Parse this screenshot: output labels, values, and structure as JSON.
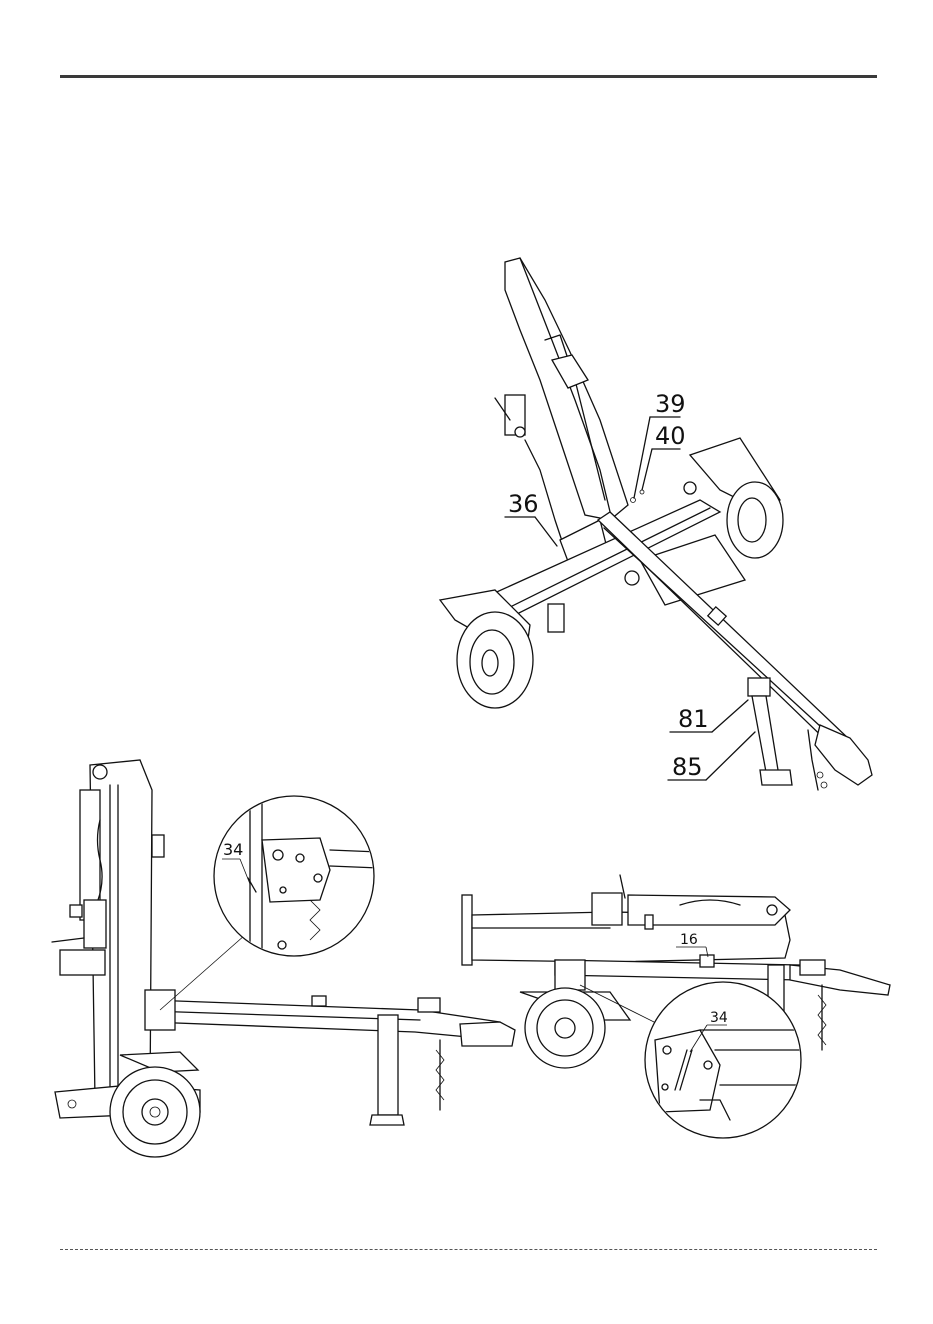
{
  "callouts": {
    "c39": "39",
    "c40": "40",
    "c36": "36",
    "c81": "81",
    "c85": "85",
    "c34_left": "34",
    "c16": "16",
    "c34_right": "34"
  }
}
